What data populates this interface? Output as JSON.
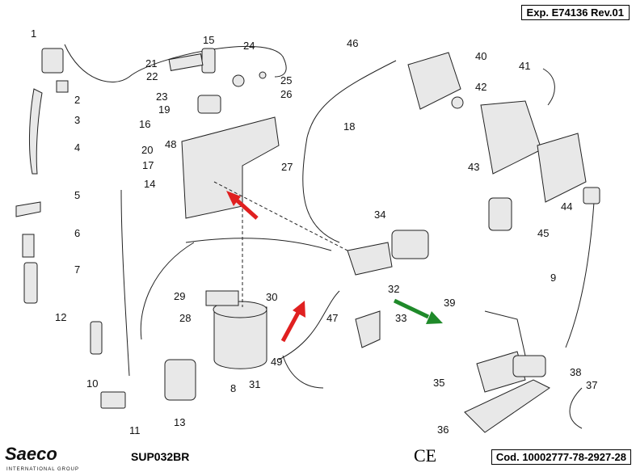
{
  "header": {
    "doc_ref": "Exp. E74136 Rev.01"
  },
  "footer": {
    "brand": "Saeco",
    "brand_sub": "INTERNATIONAL GROUP",
    "model": "SUP032BR",
    "ce_mark": "CE",
    "code": "Cod. 10002777-78-2927-28"
  },
  "part_labels": [
    "1",
    "2",
    "3",
    "4",
    "5",
    "6",
    "7",
    "10",
    "11",
    "12",
    "13",
    "14",
    "15",
    "16",
    "17",
    "18",
    "19",
    "20",
    "21",
    "22",
    "23",
    "24",
    "25",
    "26",
    "27",
    "28",
    "29",
    "30",
    "31",
    "32",
    "33",
    "34",
    "35",
    "36",
    "37",
    "38",
    "39",
    "40",
    "41",
    "42",
    "43",
    "44",
    "45",
    "46",
    "47",
    "48",
    "49",
    "8",
    "9"
  ],
  "arrows": [
    {
      "color": "#e02020",
      "target": "27"
    },
    {
      "color": "#e02020",
      "target": "30"
    },
    {
      "color": "#1f8a2a",
      "target": "39"
    }
  ],
  "colors": {
    "line": "#222",
    "part_fill": "#e8e8e8",
    "part_dark": "#8a8a8a",
    "red_arrow": "#e02020",
    "green_arrow": "#1f8a2a"
  }
}
